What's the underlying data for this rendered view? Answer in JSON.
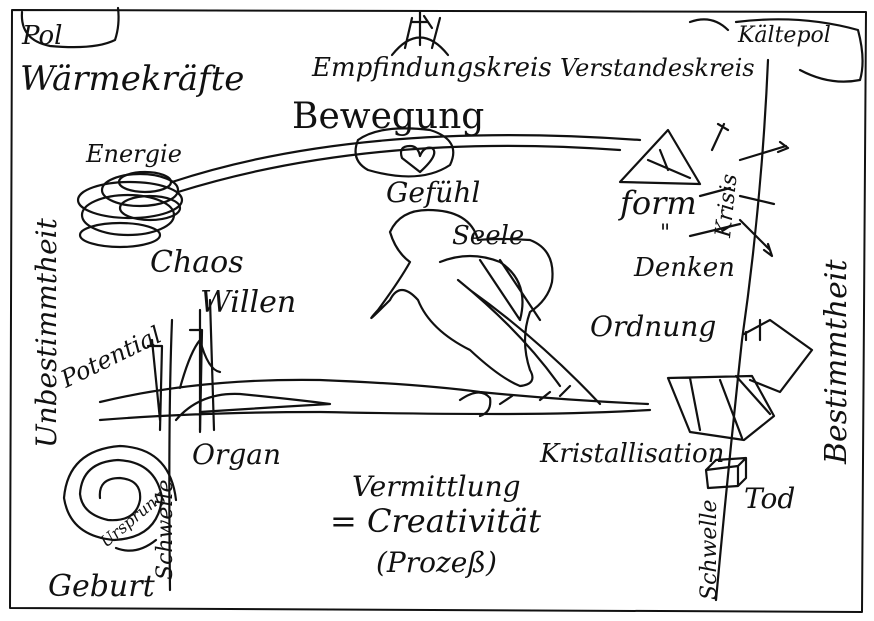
{
  "corners": {
    "left_pole": "Pol",
    "right_pole": "Kältepol"
  },
  "top_band": {
    "left": "Wärmekräfte",
    "center": "Empfindungskreis",
    "right": "Verstandeskreis"
  },
  "movement": "Bewegung",
  "energy": "Energie",
  "feeling": "Gefühl",
  "soul": "Seele",
  "chaos": "Chaos",
  "will": "Willen",
  "form": "form",
  "crisis": "Krisis",
  "thinking": "Denken",
  "ditto": "\"",
  "potential": "Potential",
  "order": "Ordnung",
  "left_side": "Unbestimmtheit",
  "right_side": "Bestimmtheit",
  "organ": "Organ",
  "crystallisation": "Kristallisation",
  "mediation": {
    "line1": "Vermittlung",
    "line2": "= Creativität",
    "line3": "(Prozeß)"
  },
  "death": "Tod",
  "spiral_label": "Ursprung",
  "birth": "Geburt",
  "threshold_left": "Schwelle",
  "threshold_right": "Schwelle",
  "ink_color": "#111111"
}
